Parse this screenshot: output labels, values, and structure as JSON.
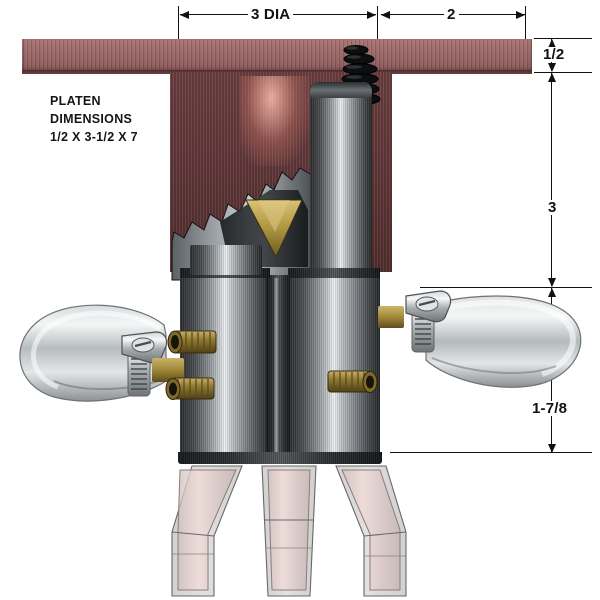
{
  "drawing": {
    "title": "Cooling Nozzle Assembly Cross-Section",
    "subject": "platen-mounted coolant manifold with hose clamps"
  },
  "notes": {
    "platen_note_line1": "PLATEN",
    "platen_note_line2": "DIMENSIONS",
    "platen_note_line3": "1/2 X 3-1/2 X 7"
  },
  "dimensions": {
    "top": [
      {
        "id": "dia",
        "label": "3 DIA",
        "orientation": "horizontal"
      },
      {
        "id": "width2",
        "label": "2",
        "orientation": "horizontal"
      }
    ],
    "right": [
      {
        "id": "thickness",
        "label": "1/2",
        "orientation": "vertical"
      },
      {
        "id": "height3",
        "label": "3",
        "orientation": "vertical"
      },
      {
        "id": "lower",
        "label": "1-7/8",
        "orientation": "vertical"
      }
    ]
  },
  "colors": {
    "platen": "#8e5b5c",
    "platen_shadow": "#63393b",
    "steel_highlight": "#f0f2f2",
    "steel_dark": "#232527",
    "brass": "#a88c3c",
    "tube_phantom": "#e8cfcb",
    "dimension_line": "#111111",
    "background": "#ffffff"
  },
  "components": {
    "platen_bar": "platen",
    "coil_spring": "coil-spring",
    "brass_cone_tip": "brass-cone-tip",
    "steel_body_left": "steel-cylinder-left",
    "steel_body_right": "steel-cylinder-right",
    "hose_clamp_left": "worm-gear-hose-clamp",
    "hose_clamp_right": "worm-gear-hose-clamp",
    "hose_loop_left": "flexible-hose-loop",
    "hose_loop_right": "flexible-hose-loop",
    "set_screw_upper_left": "brass-set-screw",
    "set_screw_lower_left": "brass-set-screw",
    "set_screw_right": "brass-set-screw",
    "phantom_tubes": [
      "phantom-tube-left",
      "phantom-tube-center",
      "phantom-tube-right"
    ]
  }
}
